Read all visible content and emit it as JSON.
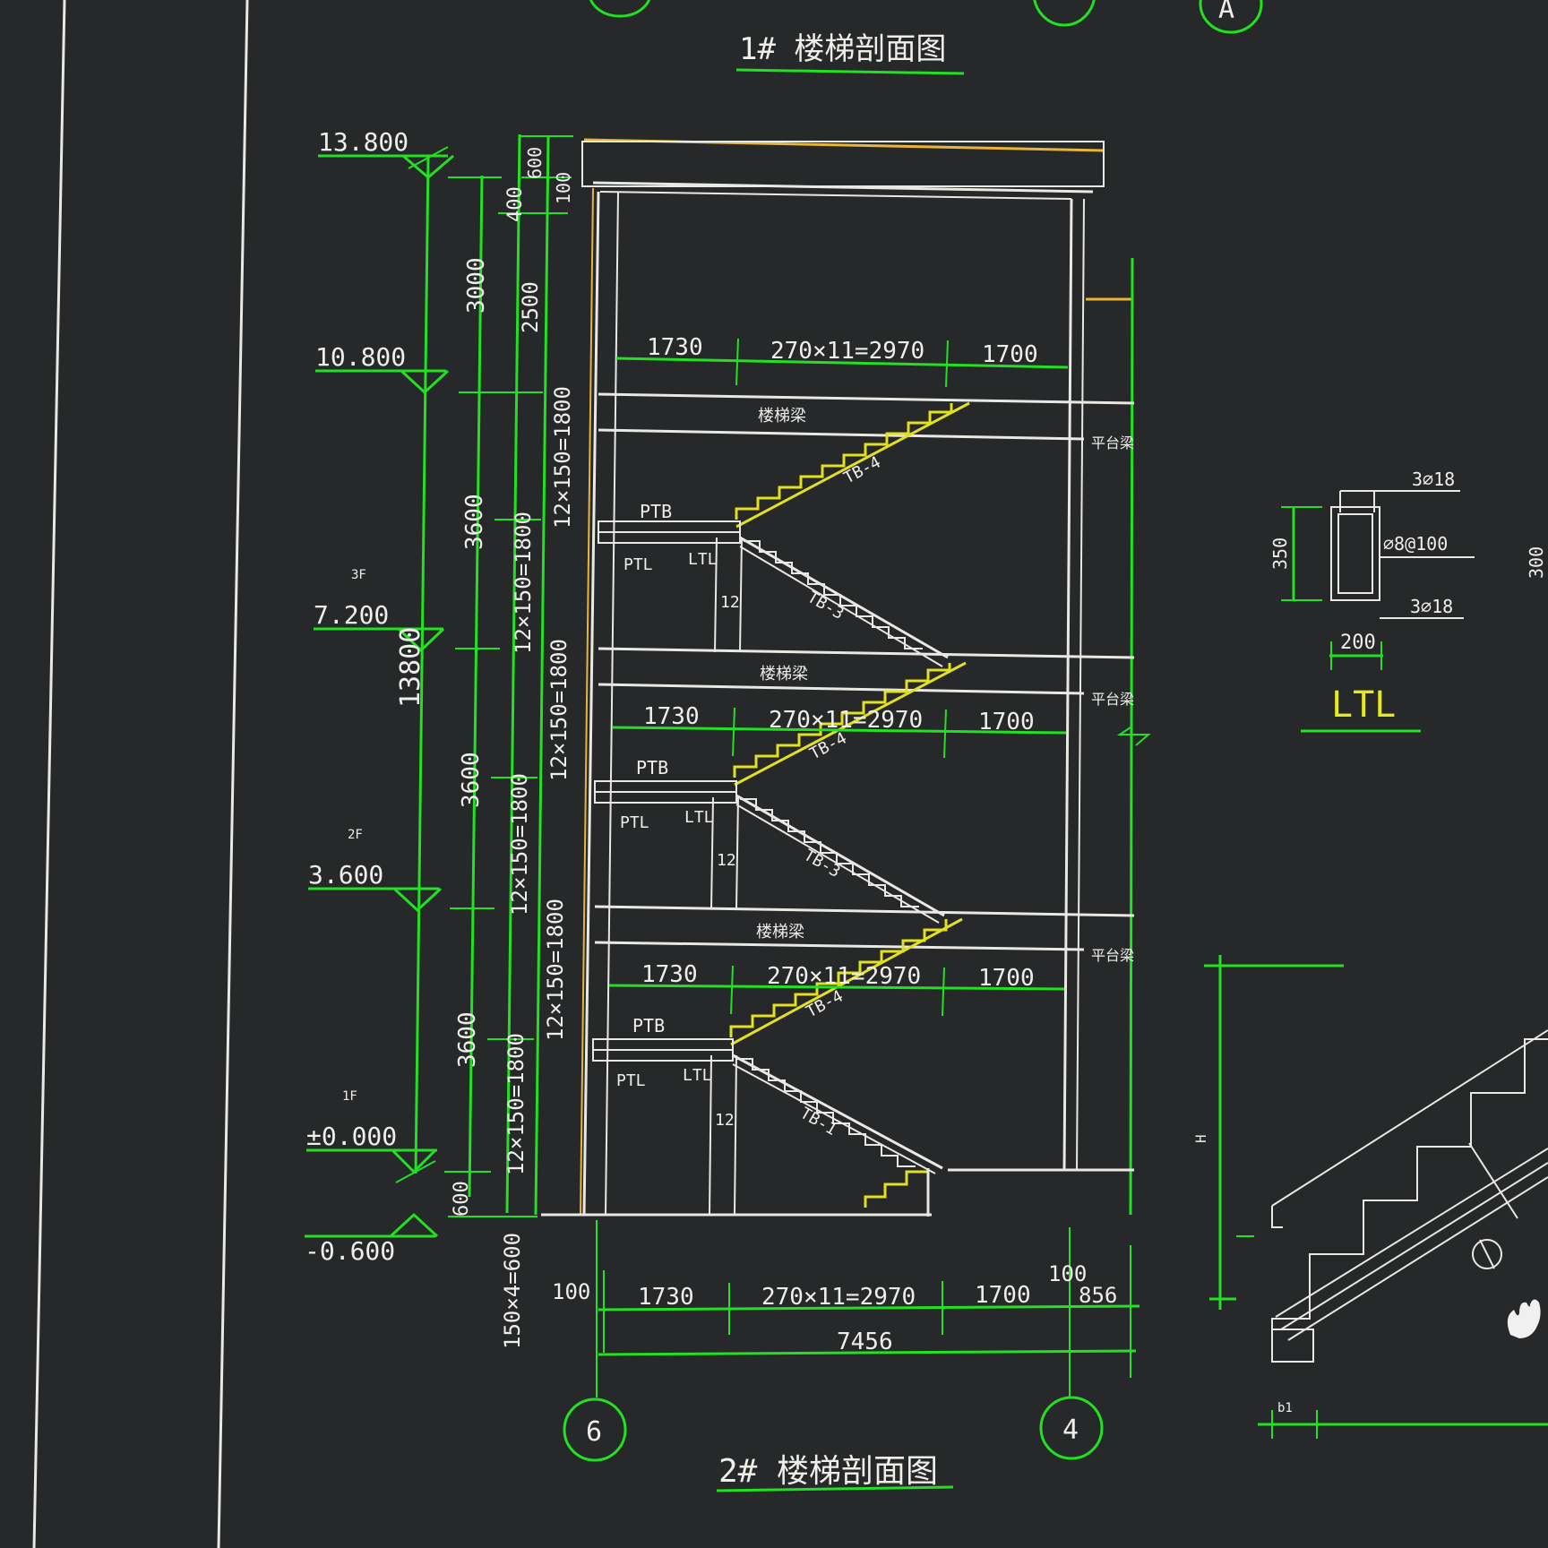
{
  "colors": {
    "background": "#262829",
    "dimension": "#22e022",
    "structure": "#e9e9e4",
    "highlight": "#e2e020"
  },
  "drawing": {
    "title_top": "1# 楼梯剖面图",
    "title_bottom": "2# 楼梯剖面图",
    "top_axis_bubble": "A",
    "axis_left": "6",
    "axis_right": "4"
  },
  "levels": [
    {
      "elev": "13.800",
      "floor": ""
    },
    {
      "elev": "10.800",
      "floor": ""
    },
    {
      "elev": "7.200",
      "floor": "3F"
    },
    {
      "elev": "3.600",
      "floor": "2F"
    },
    {
      "elev": "±0.000",
      "floor": "1F"
    },
    {
      "elev": "-0.600",
      "floor": ""
    }
  ],
  "vertical_dims": {
    "total": "13800",
    "col2": [
      "3000",
      "3600",
      "3600",
      "3600"
    ],
    "col3_top": [
      "400",
      "2500"
    ],
    "col3_flights": [
      "12×150=1800",
      "12×150=1800",
      "12×150=1800"
    ],
    "col4_top": [
      "600",
      "100"
    ],
    "col4_flights": [
      "12×150=1800",
      "12×150=1800",
      "12×150=1800"
    ],
    "bottom": [
      "600",
      "150×4=600"
    ]
  },
  "floor_dims": [
    "1730",
    "270×11=2970",
    "1700"
  ],
  "bottom_dims": {
    "left": "100",
    "segs": [
      "1730",
      "270×11=2970",
      "1700"
    ],
    "right_a": "100",
    "right_b": "856",
    "total": "7456"
  },
  "labels": {
    "ptb": "PTB",
    "ptl": "PTL",
    "ltl": "LTL",
    "steps": "12",
    "tb_upper": "TB-4",
    "tb_lower": "TB-3",
    "tb_lower_1": "TB-1",
    "slab": "楼梯梁",
    "beam": "平台梁"
  },
  "ltl_detail": {
    "name": "LTL",
    "top_bars": "3⌀18",
    "stirrup": "⌀8@100",
    "bottom_bars": "3⌀18",
    "height": "350",
    "width": "200",
    "edge_dim": "300"
  },
  "misc": {
    "h_label": "H",
    "b_label": "b1"
  }
}
